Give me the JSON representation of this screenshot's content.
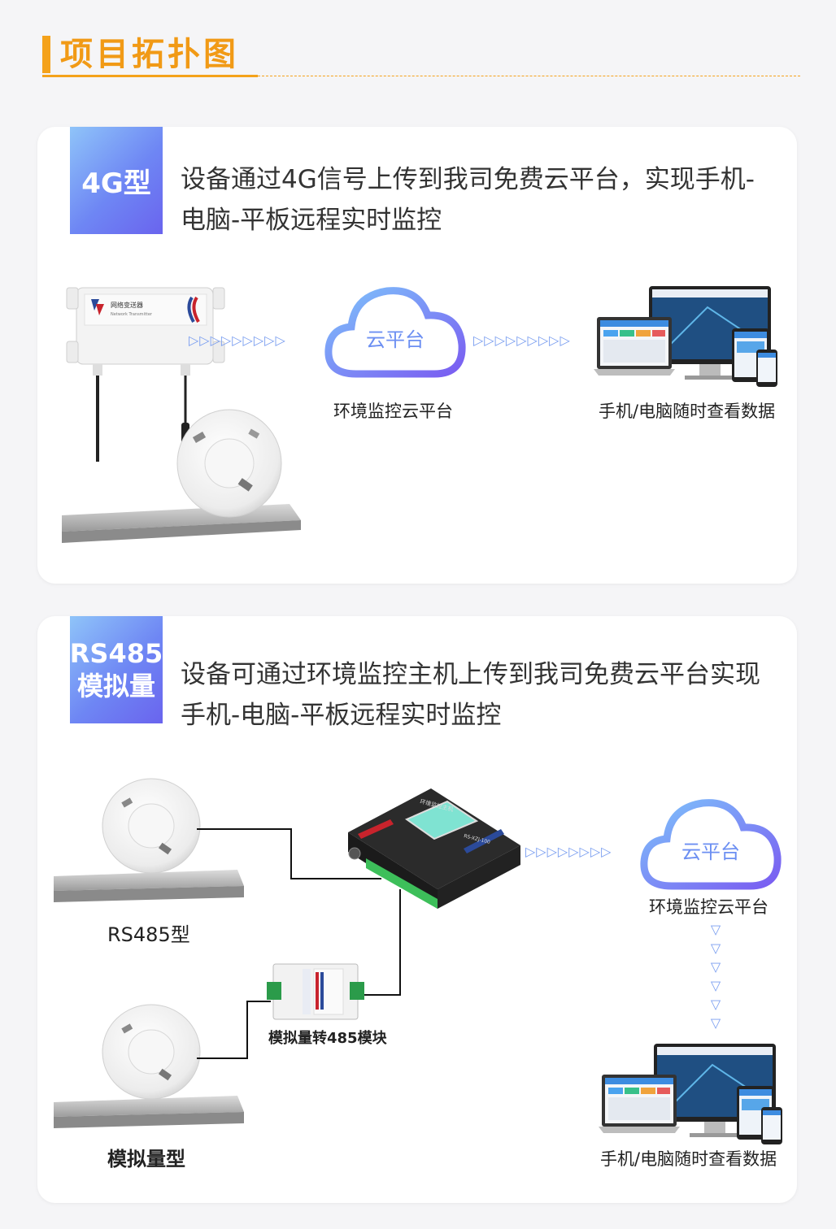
{
  "page": {
    "title": "项目拓扑图"
  },
  "section_4g": {
    "badge": "4G型",
    "description": "设备通过4G信号上传到我司免费云平台，实现手机-电脑-平板远程实时监控",
    "device_label": "网络变送器",
    "device_sublabel": "Network Transmitter",
    "arrows": "▷▷▷▷▷▷▷▷▷",
    "cloud_text": "云平台",
    "cloud_caption": "环境监控云平台",
    "devices_caption": "手机/电脑随时查看数据"
  },
  "section_485": {
    "badge_line1": "RS485",
    "badge_line2": "模拟量",
    "description": "设备可通过环境监控主机上传到我司免费云平台实现手机-电脑-平板远程实时监控",
    "sensor1_caption": "RS485型",
    "sensor2_caption": "模拟量型",
    "module_caption": "模拟量转485模块",
    "host_label": "环境监控主机",
    "host_model": "RS-XZJ-100",
    "arrows": "▷▷▷▷▷▷▷▷",
    "vertical_arrows": [
      "▽",
      "▽",
      "▽",
      "▽",
      "▽",
      "▽"
    ],
    "cloud_text": "云平台",
    "cloud_caption": "环境监控云平台",
    "devices_caption": "手机/电脑随时查看数据"
  },
  "colors": {
    "accent": "#f4a21b",
    "badge_start": "#8fc4f9",
    "badge_end": "#6a64ee",
    "arrow": "#7a9ef0"
  }
}
